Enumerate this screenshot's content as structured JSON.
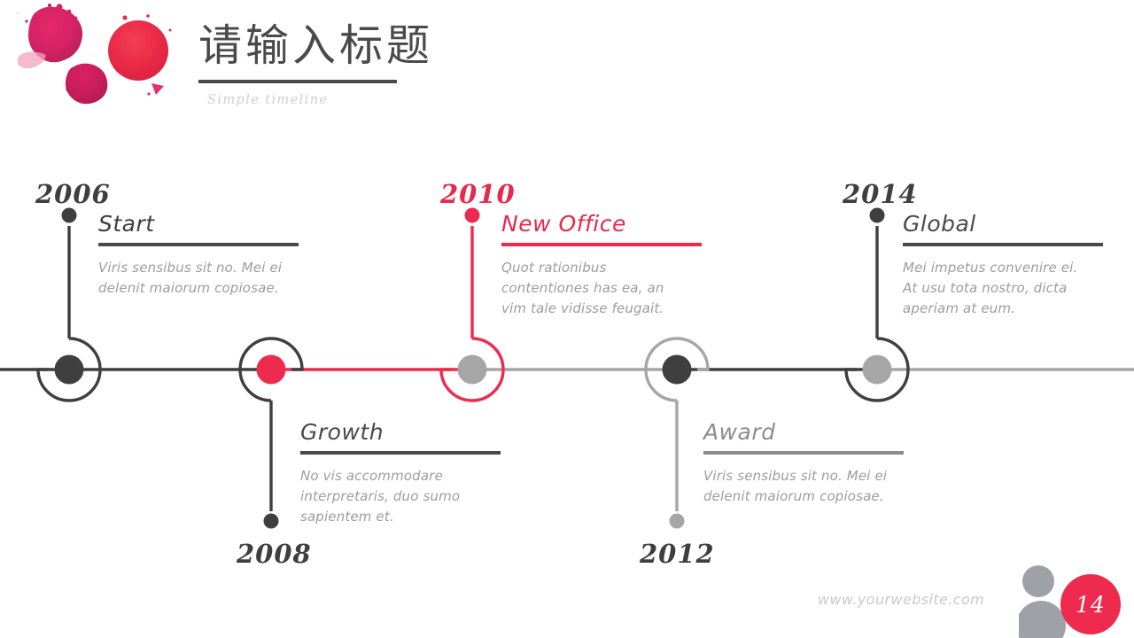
{
  "header": {
    "title": "请输入标题",
    "subtitle": "Simple timeline"
  },
  "colors": {
    "accent": "#ee2a4f",
    "accent_text": "#e8284c",
    "dark": "#3f3f3f",
    "mid_gray": "#8c8c8c",
    "light_gray": "#a6a6a6",
    "body_text": "#9d9d9d"
  },
  "timeline": {
    "events": [
      {
        "year": "2006",
        "heading": "Start",
        "body": "Viris sensibus sit no. Mei ei delenit maiorum copiosae.",
        "side": "top",
        "heading_color": "#3f3f3f",
        "rule_color": "#4a4a4a",
        "node_ring": "#3f3f3f",
        "node_dot": "#3f3f3f",
        "stem_color": "#3f3f3f"
      },
      {
        "year": "2008",
        "heading": "Growth",
        "body": "No vis accommodare interpretaris, duo sumo sapientem et.",
        "side": "bottom",
        "heading_color": "#4a4a4a",
        "rule_color": "#4a4a4a",
        "node_ring": "#3f3f3f",
        "node_dot": "#ee2a4f",
        "stem_color": "#3f3f3f"
      },
      {
        "year": "2010",
        "heading": "New Office",
        "body": "Quot rationibus contentiones has ea, an vim tale vidisse feugait.",
        "side": "top",
        "heading_color": "#e8284c",
        "rule_color": "#ee2a4f",
        "node_ring": "#ee2a4f",
        "node_dot": "#a6a6a6",
        "stem_color": "#ee2a4f"
      },
      {
        "year": "2012",
        "heading": "Award",
        "body": "Viris sensibus sit no. Mei ei delenit maiorum copiosae.",
        "side": "bottom",
        "heading_color": "#8c8c8c",
        "rule_color": "#8c8c8c",
        "node_ring": "#a6a6a6",
        "node_dot": "#3f3f3f",
        "stem_color": "#a6a6a6"
      },
      {
        "year": "2014",
        "heading": "Global",
        "body": "Mei impetus convenire ei. At usu tota nostro, dicta aperiam at eum.",
        "side": "top",
        "heading_color": "#4a4a4a",
        "rule_color": "#4a4a4a",
        "node_ring": "#3f3f3f",
        "node_dot": "#a6a6a6",
        "stem_color": "#3f3f3f"
      }
    ]
  },
  "footer": {
    "website": "www.yourwebsite.com",
    "page_number": "14"
  }
}
